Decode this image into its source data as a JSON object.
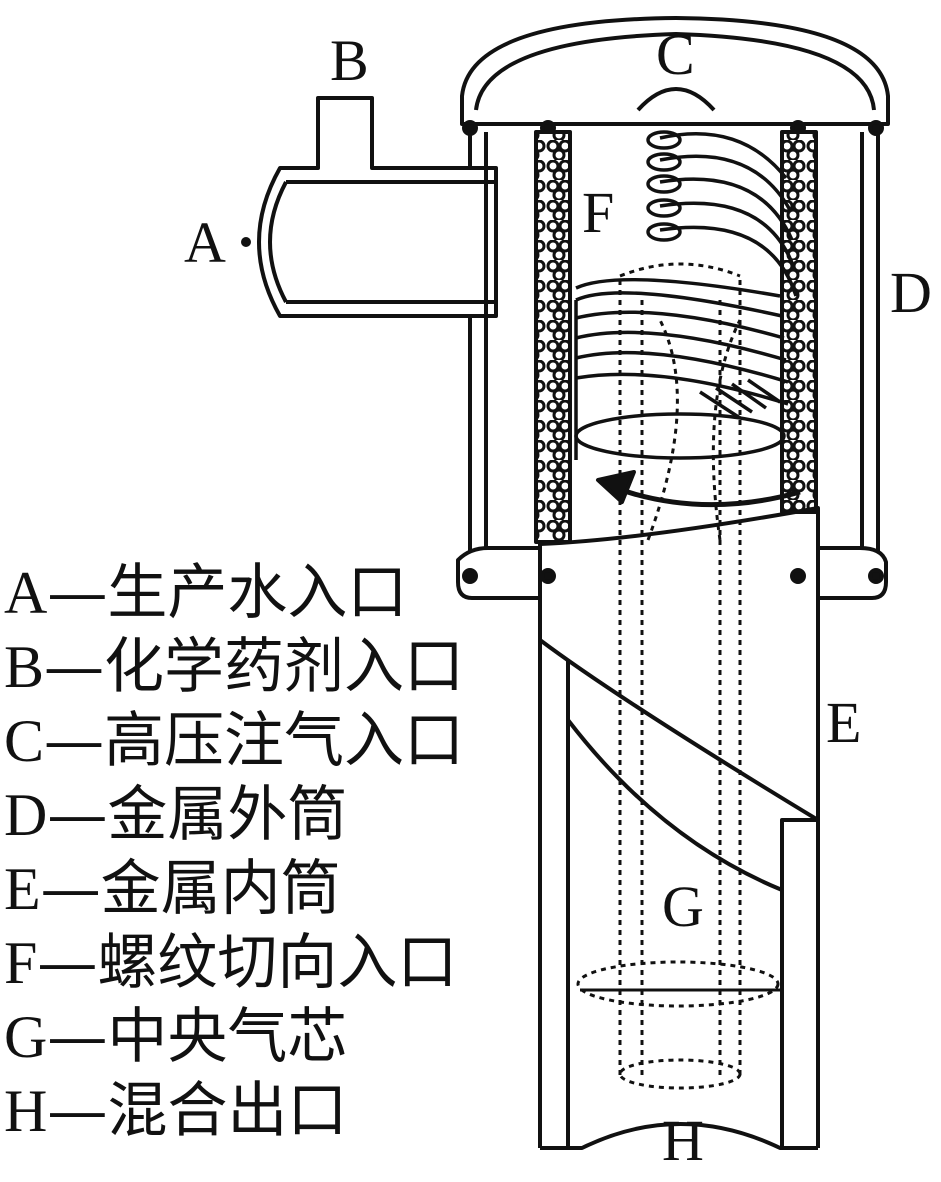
{
  "labels": {
    "A": "A",
    "B": "B",
    "C": "C",
    "D": "D",
    "E": "E",
    "F": "F",
    "G": "G",
    "H": "H"
  },
  "legend": [
    {
      "key": "A",
      "sep": "—",
      "text": "生产水入口"
    },
    {
      "key": "B",
      "sep": "—",
      "text": "化学药剂入口"
    },
    {
      "key": "C",
      "sep": "—",
      "text": "高压注气入口"
    },
    {
      "key": "D",
      "sep": "—",
      "text": "金属外筒"
    },
    {
      "key": "E",
      "sep": "—",
      "text": "金属内筒"
    },
    {
      "key": "F",
      "sep": "—",
      "text": "螺纹切向入口"
    },
    {
      "key": "G",
      "sep": "—",
      "text": "中央气芯"
    },
    {
      "key": "H",
      "sep": "—",
      "text": "混合出口"
    }
  ]
}
